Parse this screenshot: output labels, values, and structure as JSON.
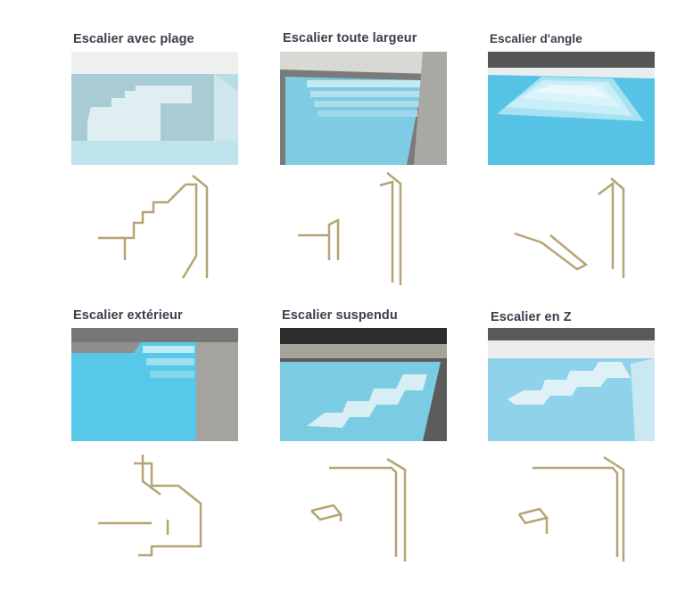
{
  "stairs": [
    {
      "title": "Escalier avec plage"
    },
    {
      "title": "Escalier toute largeur"
    },
    {
      "title": "Escalier d'angle"
    },
    {
      "title": "Escalier extérieur"
    },
    {
      "title": "Escalier suspendu"
    },
    {
      "title": "Escalier en Z"
    }
  ],
  "colors": {
    "title": "#3d3d4b",
    "water": "#8fd3ea",
    "sketch_line": "#b5a474"
  }
}
